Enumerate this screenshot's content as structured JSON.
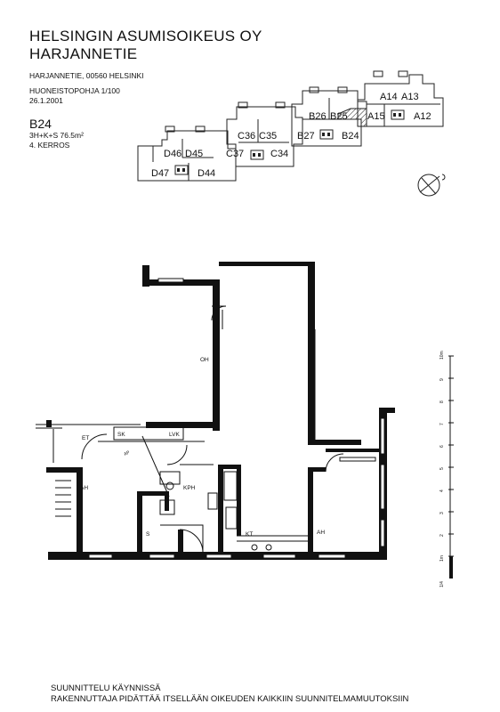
{
  "header": {
    "company": "HELSINGIN ASUMISOIKEUS OY",
    "project": "HARJANNETIE",
    "address": "HARJANNETIE, 00560 HELSINKI",
    "drawing_type": "HUONEISTOPOHJA 1/100",
    "date": "26.1.2001"
  },
  "apartment": {
    "code": "B24",
    "type_size": "3H+K+S 76.5m²",
    "floor": "4. KERROS"
  },
  "key_plan": {
    "units": [
      "D47",
      "D46",
      "D45",
      "D44",
      "C37",
      "C36",
      "C35",
      "C34",
      "B27",
      "B26",
      "B25",
      "B24",
      "A15",
      "A14",
      "A13",
      "A12"
    ]
  },
  "floor_plan": {
    "rooms": {
      "oh": "OH",
      "et": "ET",
      "ah_left": "AH",
      "ah_right": "AH",
      "kph": "KPH",
      "s": "S",
      "kt": "KT",
      "sk": "SK",
      "lvk": "LVK",
      "ap": "AP"
    }
  },
  "scale_bar": {
    "top_label": "10m",
    "numbers": [
      "9",
      "8",
      "7",
      "6",
      "5",
      "4",
      "3",
      "2"
    ],
    "bottom_label": "1m",
    "base_label": "1/4"
  },
  "footer": {
    "line1": "SUUNNITTELU KÄYNNISSÄ",
    "line2": "RAKENNUTTAJA PIDÄTTÄÄ ITSELLÄÄN OIKEUDEN KAIKKIIN SUUNNITELMAMUUTOKSIIN"
  }
}
